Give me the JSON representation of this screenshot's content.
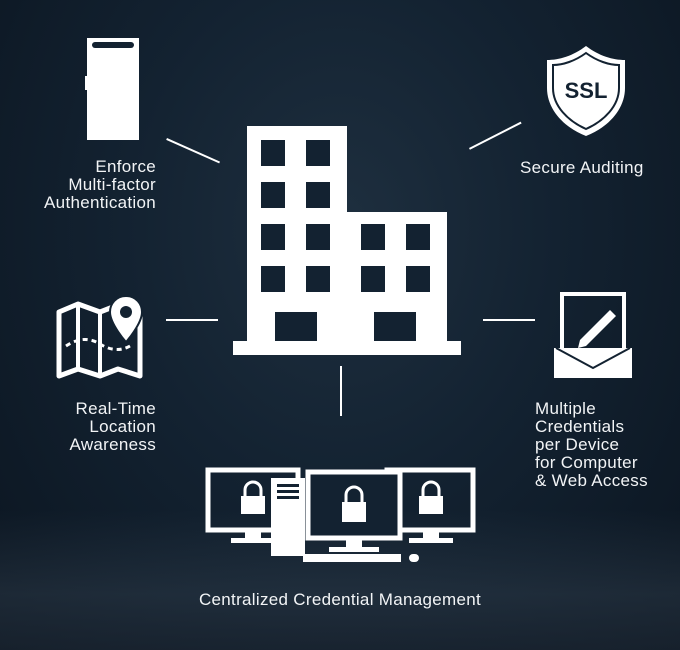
{
  "features": {
    "mfa": {
      "lines": [
        "Enforce",
        "Multi-factor",
        "Authentication"
      ]
    },
    "auditing": {
      "lines": [
        "Secure Auditing"
      ],
      "badge": "SSL"
    },
    "location": {
      "lines": [
        "Real-Time",
        "Location",
        "Awareness"
      ]
    },
    "credentials": {
      "lines": [
        "Multiple",
        "Credentials",
        "per Device",
        "for Computer",
        "& Web Access"
      ]
    },
    "central": {
      "lines": [
        "Centralized Credential Management"
      ]
    }
  },
  "icons": {
    "center": "office-building-icon",
    "mfa": "security-token-icon",
    "auditing": "ssl-shield-icon",
    "location": "map-pin-icon",
    "credentials": "envelope-pen-icon",
    "central": "locked-computers-icon"
  },
  "colors": {
    "background": "#132231",
    "foreground": "#ffffff"
  }
}
